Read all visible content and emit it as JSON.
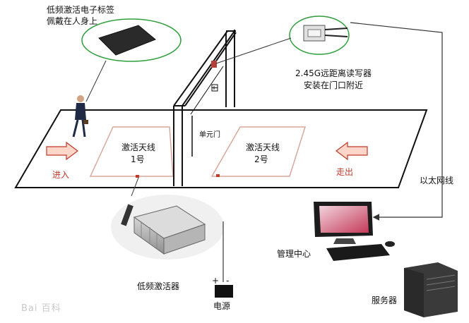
{
  "labels": {
    "tag_line1": "低频激活电子标签",
    "tag_line2": "佩戴在人身上",
    "reader_line1": "2.45G远距离读写器",
    "reader_line2": "安装在门口附近",
    "antenna1_line1": "激活天线",
    "antenna1_line2": "1号",
    "antenna2_line1": "激活天线",
    "antenna2_line2": "2号",
    "door": "单元门",
    "enter": "进入",
    "exit": "走出",
    "ethernet": "以太网线",
    "management": "管理中心",
    "activator": "低频激活器",
    "power": "电源",
    "power_plus": "+",
    "power_minus": "-",
    "server": "服务器",
    "watermark": "Bai 百科"
  },
  "colors": {
    "antenna_outline": "#d9a79c",
    "arrow_fill": "#ffd6c8",
    "arrow_stroke": "#c0392b",
    "ellipse_stroke": "#2e9e3a",
    "screen_accent": "#c43a5a"
  }
}
